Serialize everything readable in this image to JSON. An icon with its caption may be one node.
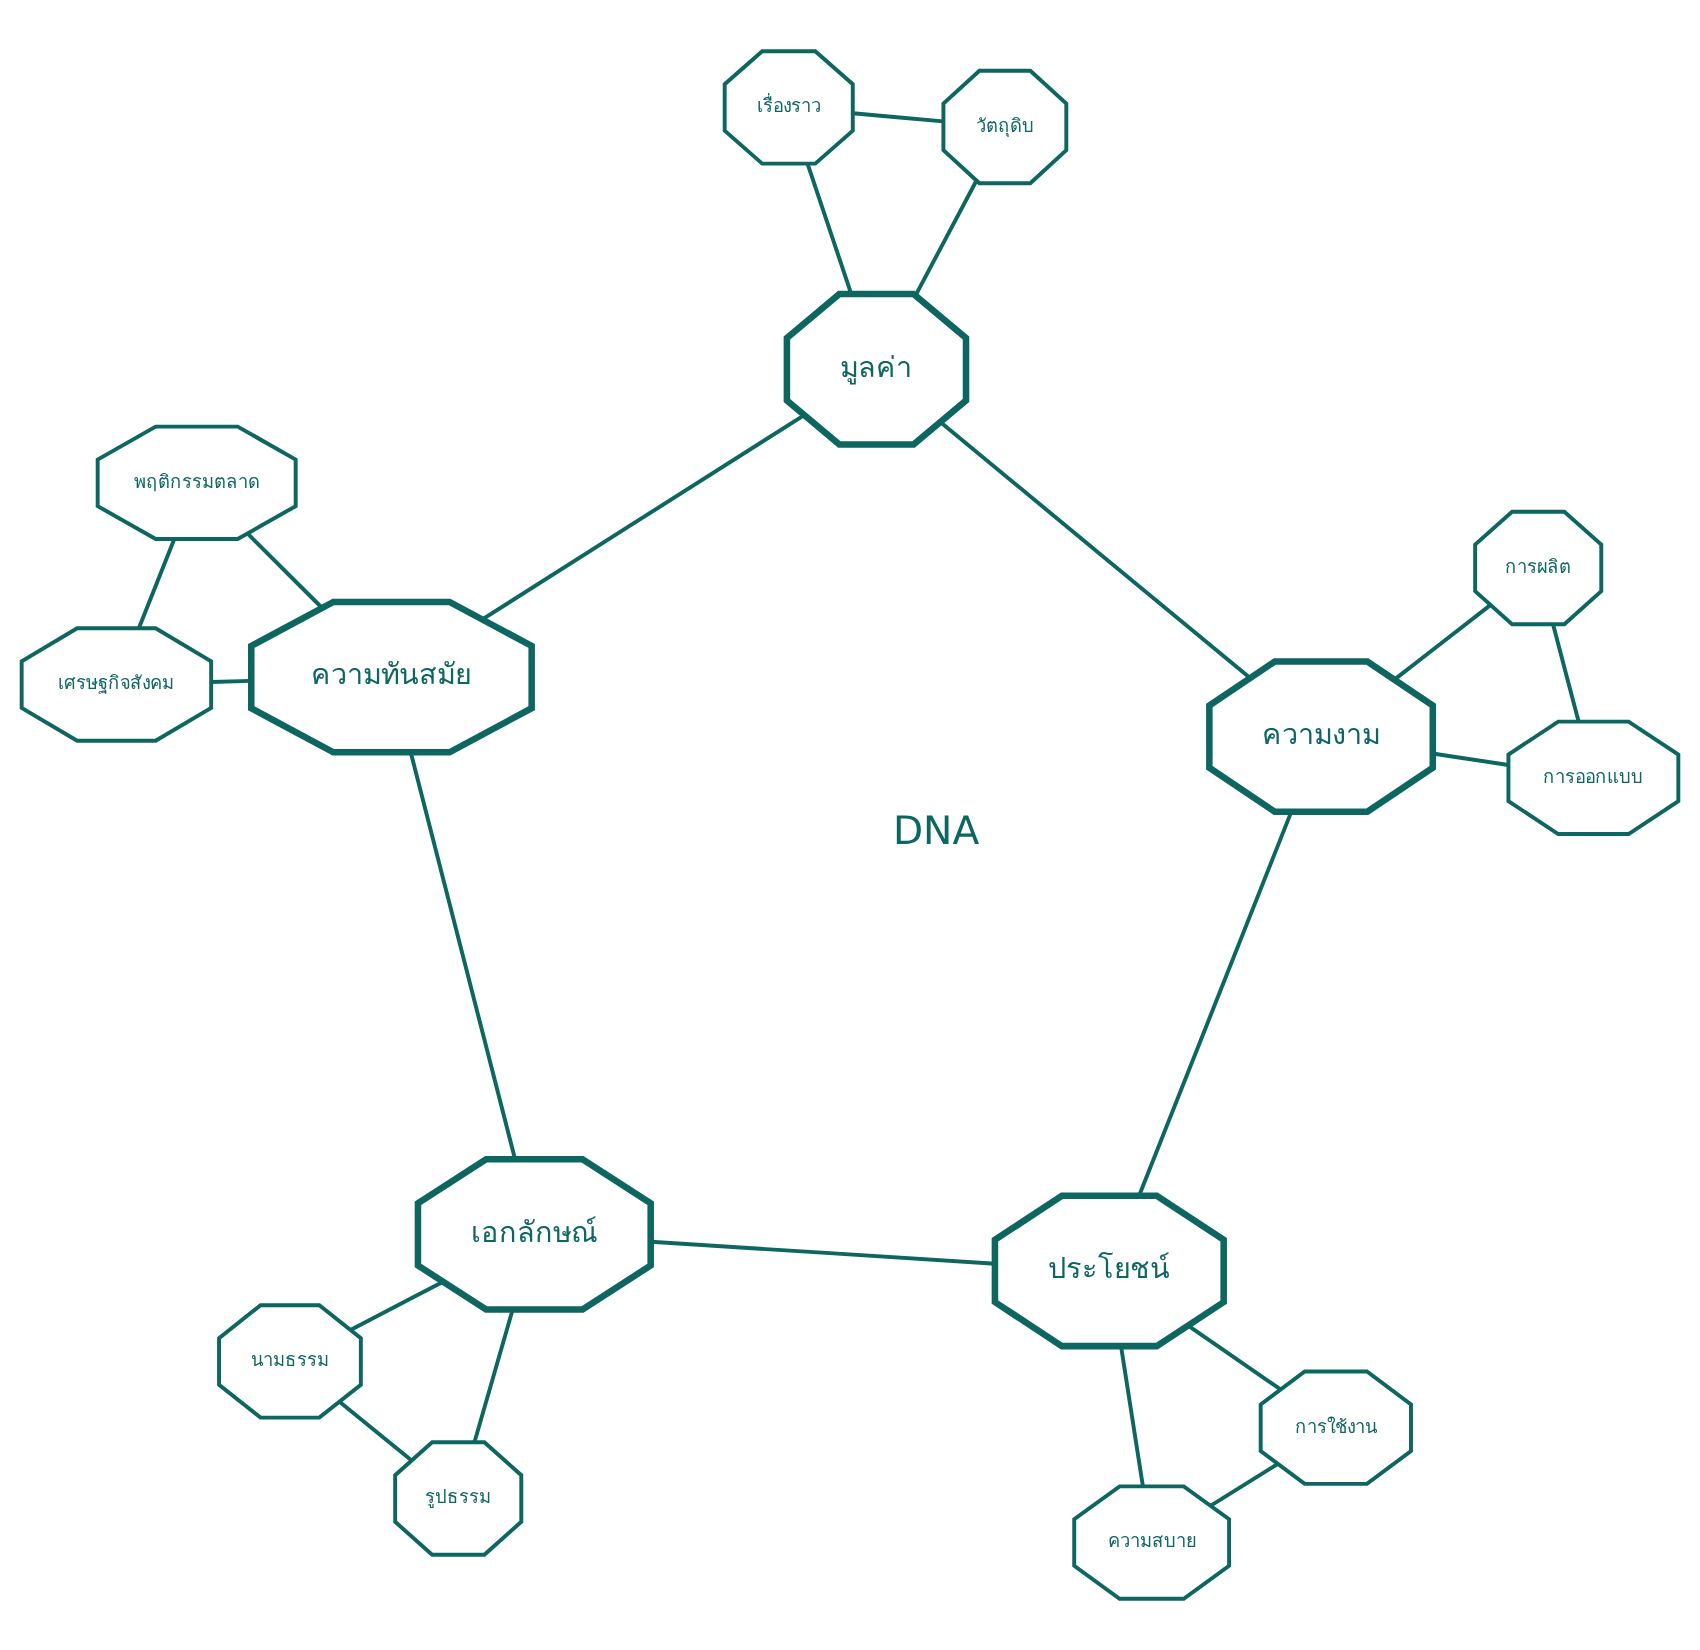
{
  "diagram": {
    "nodes": [
      {
        "text": [
          "มูลค่า"
        ]
      },
      {
        "text": [
          "เรื่องราว"
        ]
      },
      {
        "text": [
          "วัตถุดิบ"
        ]
      },
      {
        "text": [
          "ความทันสมัย"
        ]
      },
      {
        "text": [
          "พฤติกรรมตลาด"
        ]
      },
      {
        "text": [
          "เศรษฐกิจสังคม"
        ]
      },
      {
        "text": [
          "เอกลักษณ์"
        ]
      },
      {
        "text": [
          "รูปธรรม"
        ]
      },
      {
        "text": [
          "นามธรรม"
        ]
      },
      {
        "text": [
          "ประโยชน์"
        ]
      },
      {
        "text": [
          "การใช้งาน"
        ]
      },
      {
        "text": [
          "ความสบาย"
        ]
      },
      {
        "text": [
          "ความงาม"
        ]
      },
      {
        "text": [
          "การออกแบบ"
        ]
      },
      {
        "text": [
          "การผลิต"
        ]
      }
    ],
    "edges": [
      {
        "from": 0,
        "to": 3,
        "arrow": "none"
      },
      {
        "from": 3,
        "to": 6,
        "arrow": "none"
      },
      {
        "from": 6,
        "to": 9,
        "arrow": "none"
      },
      {
        "from": 9,
        "to": 12,
        "arrow": "none"
      },
      {
        "from": 12,
        "to": 0,
        "arrow": "none"
      },
      {
        "from": 0,
        "to": 1,
        "arrow": "none"
      },
      {
        "from": 1,
        "to": 2,
        "arrow": "none"
      },
      {
        "from": 2,
        "to": 0,
        "arrow": "none"
      },
      {
        "from": 3,
        "to": 4,
        "arrow": "none"
      },
      {
        "from": 4,
        "to": 5,
        "arrow": "none"
      },
      {
        "from": 5,
        "to": 3,
        "arrow": "none"
      },
      {
        "from": 6,
        "to": 7,
        "arrow": "none"
      },
      {
        "from": 7,
        "to": 8,
        "arrow": "none"
      },
      {
        "from": 8,
        "to": 6,
        "arrow": "none"
      },
      {
        "from": 9,
        "to": 10,
        "arrow": "none"
      },
      {
        "from": 10,
        "to": 11,
        "arrow": "none"
      },
      {
        "from": 11,
        "to": 9,
        "arrow": "none"
      },
      {
        "from": 12,
        "to": 13,
        "arrow": "none"
      },
      {
        "from": 13,
        "to": 14,
        "arrow": "none"
      },
      {
        "from": 14,
        "to": 12,
        "arrow": "none"
      }
    ],
    "labels": [
      "DNA"
    ]
  }
}
